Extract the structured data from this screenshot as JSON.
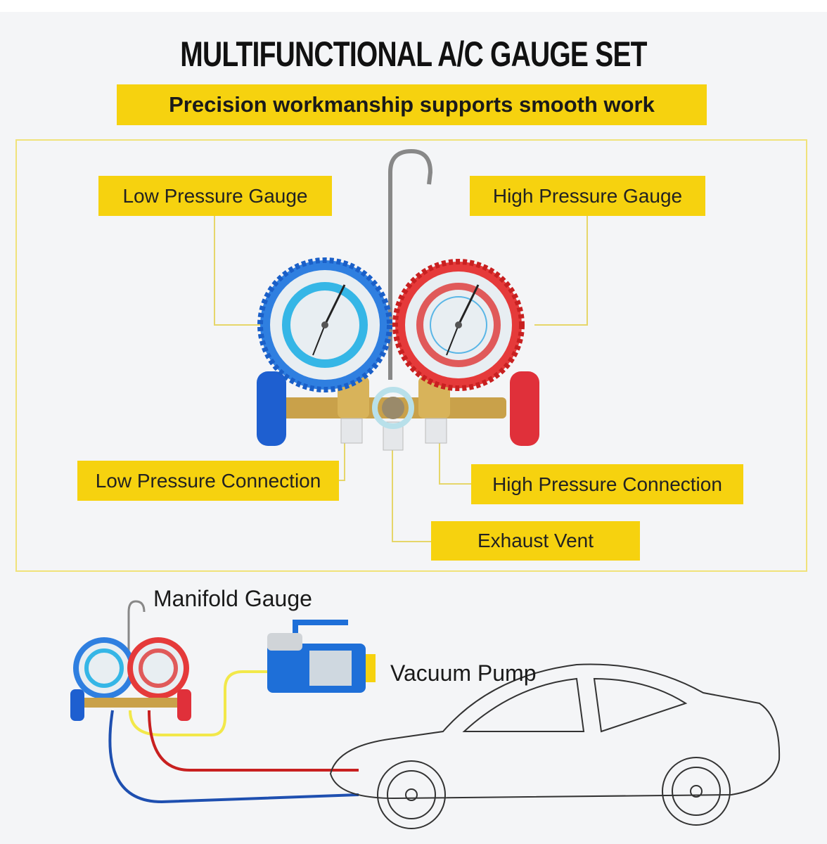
{
  "title": "MULTIFUNCTIONAL A/C GAUGE SET",
  "subtitle": "Precision workmanship supports smooth work",
  "labels": {
    "low_gauge": "Low Pressure Gauge",
    "high_gauge": "High Pressure Gauge",
    "low_connection": "Low Pressure Connection",
    "high_connection": "High Pressure Connection",
    "exhaust_vent": "Exhaust Vent"
  },
  "bottom": {
    "manifold": "Manifold Gauge",
    "pump": "Vacuum Pump"
  },
  "colors": {
    "accent": "#f6d20f",
    "low": "#1f6fd6",
    "high": "#e23a3a"
  }
}
